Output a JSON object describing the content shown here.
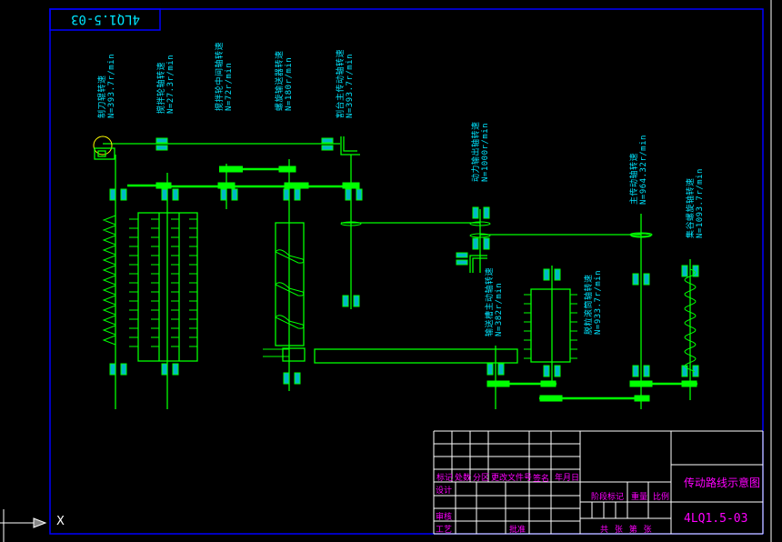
{
  "drawing": {
    "top_code_mirrored": "4LQ1.5-03",
    "ucs_axis_label": "X",
    "colors": {
      "background": "#000000",
      "frame": "#0000ff",
      "lines": "#00ff00",
      "bearings": "#00e5ff",
      "text_labels": "#00e5ff",
      "title_text": "#ff00ff",
      "title_grid": "#ffffff",
      "pulley": "#ffff00"
    }
  },
  "shaft_labels": [
    {
      "name": "制刀辊转速",
      "speed": "N=393.7r/min"
    },
    {
      "name": "搅拌轮轴转速",
      "speed": "N=27.3r/min"
    },
    {
      "name": "搅拌轮中间轴转速",
      "speed": "N=72r/min"
    },
    {
      "name": "螺旋输送器转速",
      "speed": "N=180r/min"
    },
    {
      "name": "割台主传动轴转速",
      "speed": "N=393.7r/min"
    },
    {
      "name": "动力输出轴转速",
      "speed": "N=1000r/min"
    },
    {
      "name": "主传动轴转速",
      "speed": "N=964.32r/min"
    },
    {
      "name": "集谷螺旋轴转速",
      "speed": "N=1093.7r/min"
    },
    {
      "name": "输送槽主动轴转速",
      "speed": "N=382r/min"
    },
    {
      "name": "脱粒滚筒轴转速",
      "speed": "N=933.7r/min"
    }
  ],
  "title_block": {
    "header_row": [
      "标记",
      "处数",
      "分区",
      "更改文件号",
      "签名",
      "年月日"
    ],
    "design": "设计",
    "review": "审核",
    "process": "工艺",
    "approve": "批准",
    "stage_mark": "阶段标记",
    "weight": "重量",
    "scale": "比例",
    "sheets": "共  张  第  张",
    "drawing_title": "传动路线示意图",
    "drawing_number": "4LQ1.5-03"
  }
}
